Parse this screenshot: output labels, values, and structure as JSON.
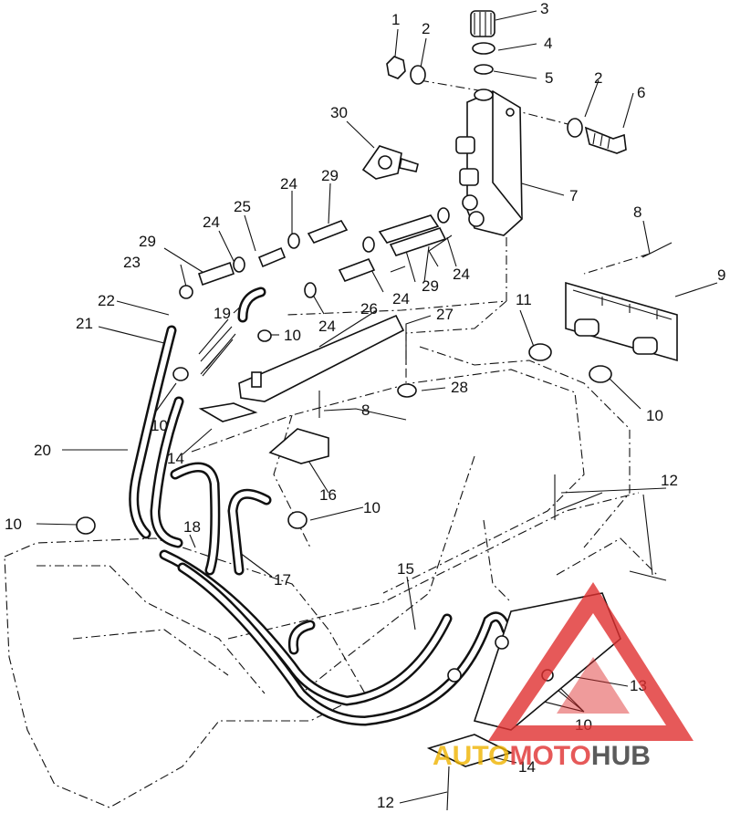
{
  "diagram": {
    "callouts": [
      {
        "id": "c1",
        "text": "1"
      },
      {
        "id": "c2a",
        "text": "2"
      },
      {
        "id": "c3",
        "text": "3"
      },
      {
        "id": "c4",
        "text": "4"
      },
      {
        "id": "c5",
        "text": "5"
      },
      {
        "id": "c2b",
        "text": "2"
      },
      {
        "id": "c6",
        "text": "6"
      },
      {
        "id": "c30",
        "text": "30"
      },
      {
        "id": "c7",
        "text": "7"
      },
      {
        "id": "c24a",
        "text": "24"
      },
      {
        "id": "c29a",
        "text": "29"
      },
      {
        "id": "c25",
        "text": "25"
      },
      {
        "id": "c24b",
        "text": "24"
      },
      {
        "id": "c8a",
        "text": "8"
      },
      {
        "id": "c29b",
        "text": "29"
      },
      {
        "id": "c23",
        "text": "23"
      },
      {
        "id": "c24c",
        "text": "24"
      },
      {
        "id": "c29c",
        "text": "29"
      },
      {
        "id": "c24d",
        "text": "24"
      },
      {
        "id": "c24e",
        "text": "24"
      },
      {
        "id": "c9",
        "text": "9"
      },
      {
        "id": "c22",
        "text": "22"
      },
      {
        "id": "c19",
        "text": "19"
      },
      {
        "id": "c26",
        "text": "26"
      },
      {
        "id": "c27",
        "text": "27"
      },
      {
        "id": "c11",
        "text": "11"
      },
      {
        "id": "c21",
        "text": "21"
      },
      {
        "id": "c10a",
        "text": "10"
      },
      {
        "id": "c28",
        "text": "28"
      },
      {
        "id": "c10b",
        "text": "10"
      },
      {
        "id": "c10c",
        "text": "10"
      },
      {
        "id": "c8b",
        "text": "8"
      },
      {
        "id": "c20",
        "text": "20"
      },
      {
        "id": "c14a",
        "text": "14"
      },
      {
        "id": "c16",
        "text": "16"
      },
      {
        "id": "c12a",
        "text": "12"
      },
      {
        "id": "c10d",
        "text": "10"
      },
      {
        "id": "c10e",
        "text": "10"
      },
      {
        "id": "c18",
        "text": "18"
      },
      {
        "id": "c17",
        "text": "17"
      },
      {
        "id": "c15",
        "text": "15"
      },
      {
        "id": "c13",
        "text": "13"
      },
      {
        "id": "c10f",
        "text": "10"
      },
      {
        "id": "c14b",
        "text": "14"
      },
      {
        "id": "c12b",
        "text": "12"
      }
    ]
  },
  "watermark": {
    "part1": "AUTO",
    "part2": "MOTO",
    "part3": "HUB",
    "color_triangle": "#e03030",
    "color_auto": "#f0b400",
    "color_moto": "#e03030",
    "color_hub": "#333333"
  }
}
